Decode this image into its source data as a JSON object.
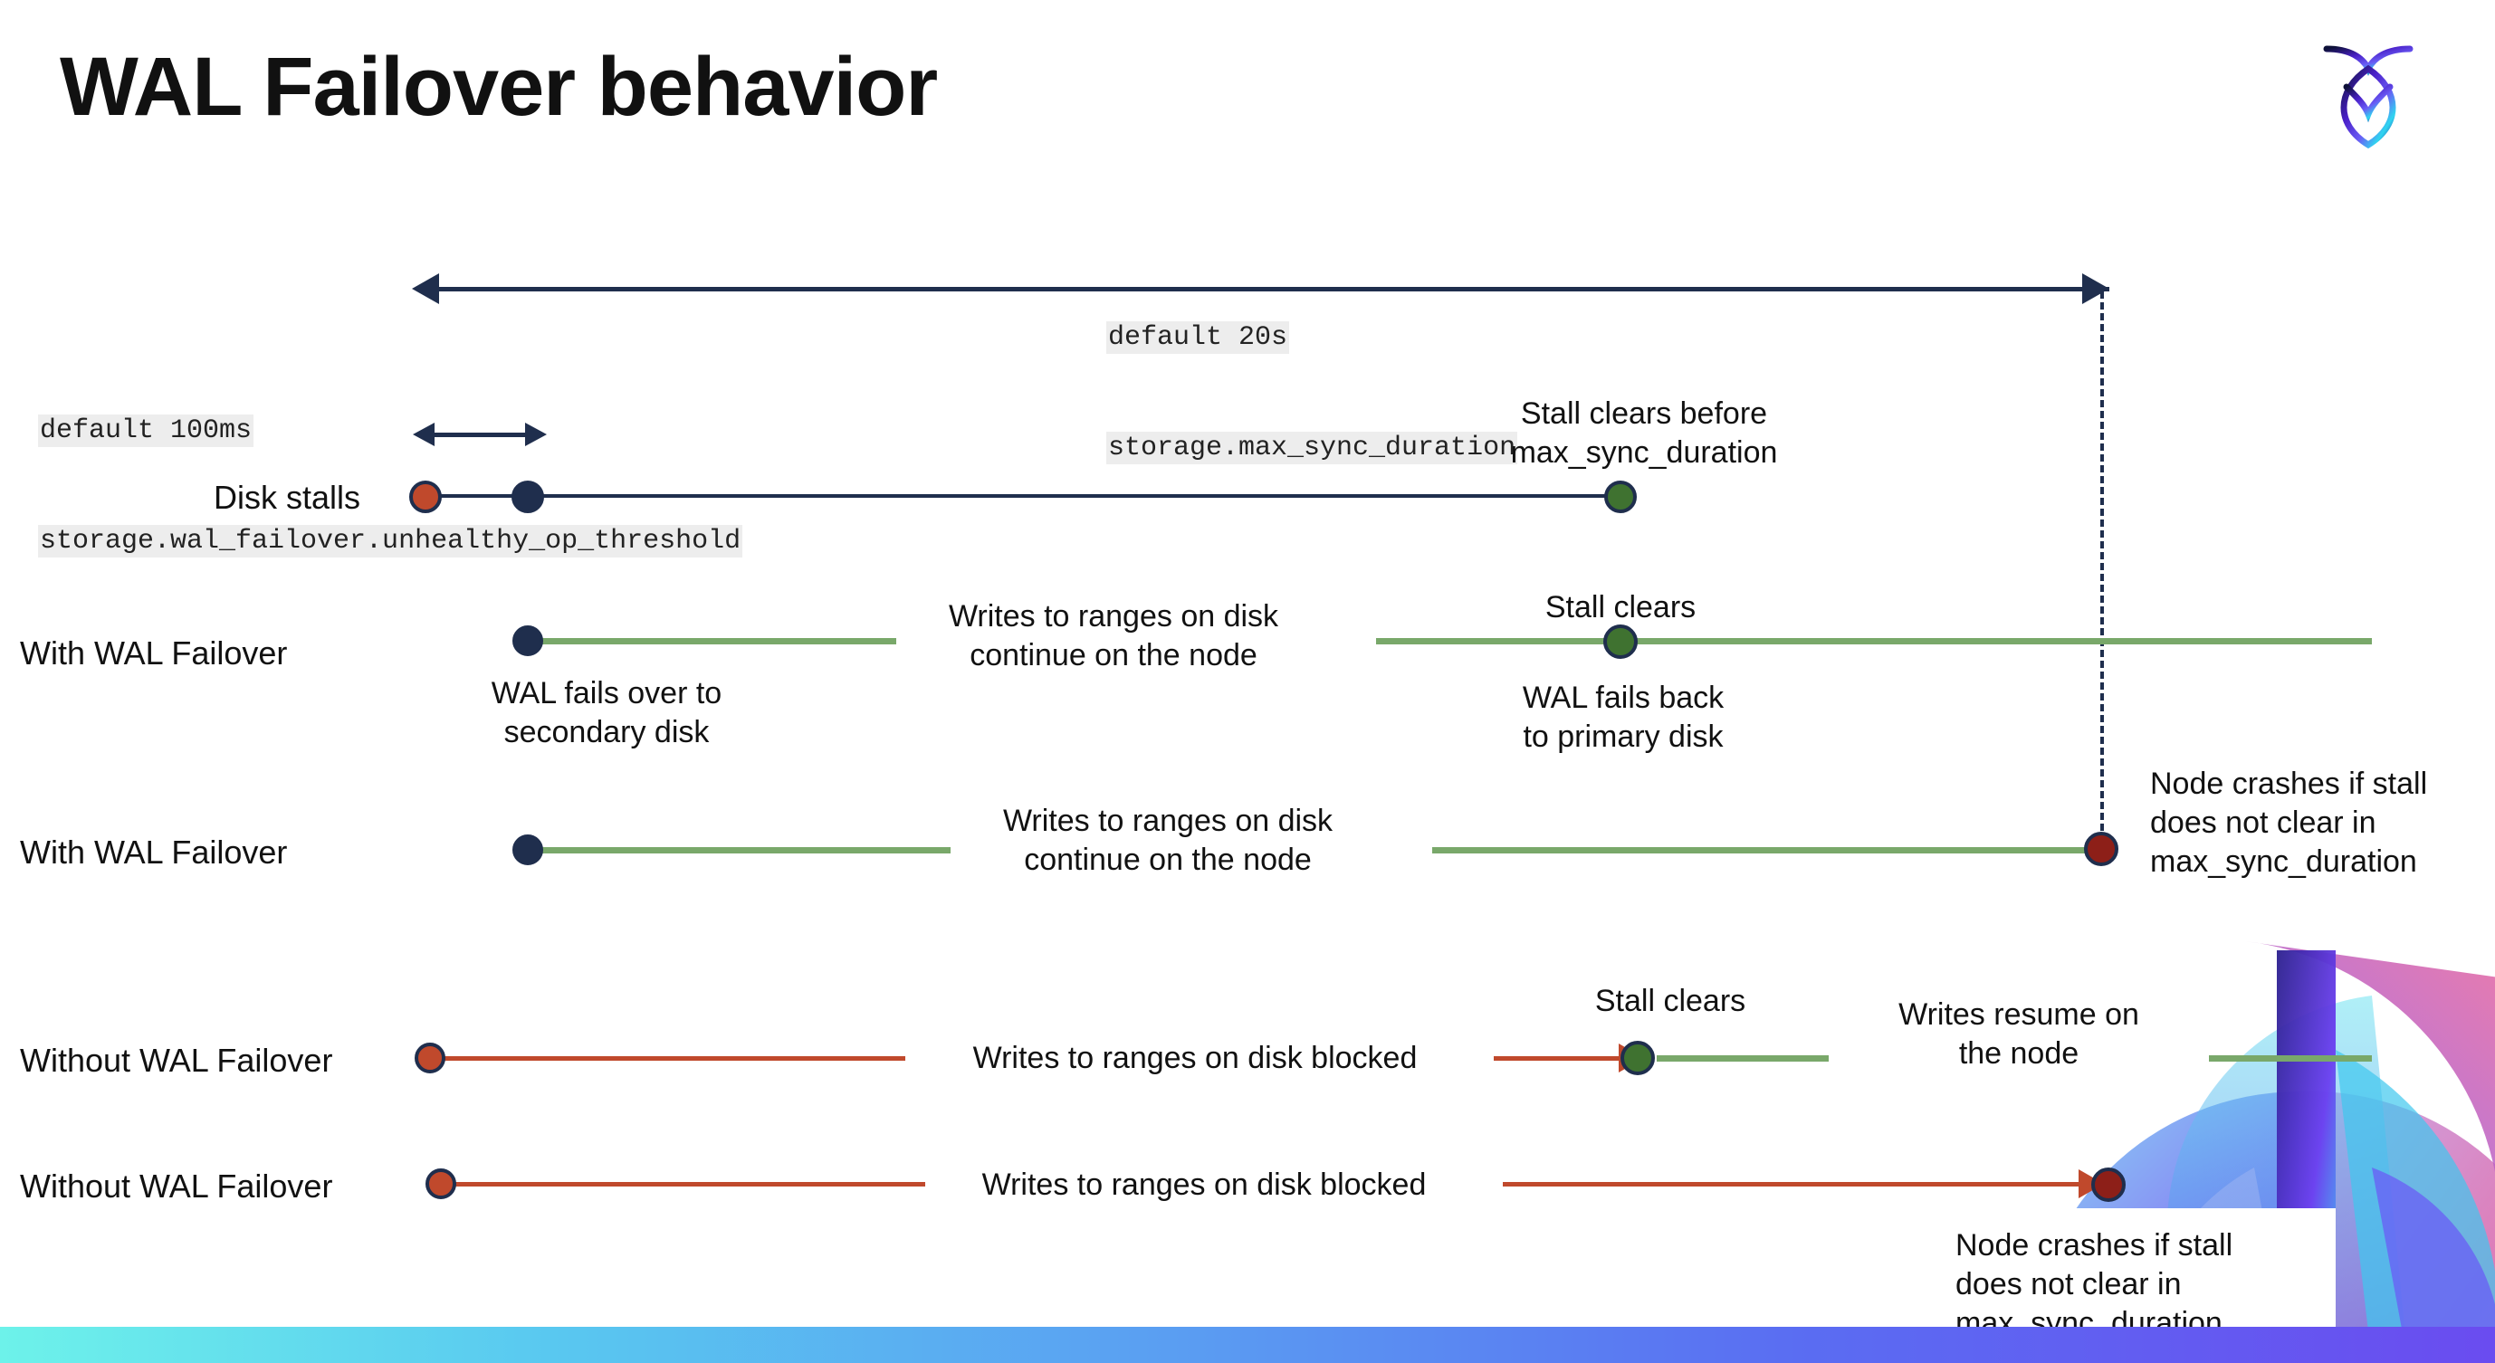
{
  "slide": {
    "title": "WAL Failover behavior",
    "logo_icon": "cockroachdb-logo-icon",
    "decor_icon": "abstract-fan-graphic"
  },
  "colors": {
    "navy": "#1f2e4d",
    "orange": "#c0492c",
    "green_line": "#79a86a",
    "green_dot": "#3f7230",
    "dark_red": "#8d1f18",
    "code_bg": "#ededed",
    "bar_gradient_start": "#6df2ea",
    "bar_gradient_end": "#6a4cf0"
  },
  "annotations": {
    "max_sync": {
      "default": "default 20s",
      "setting": "storage.max_sync_duration"
    },
    "unhealthy": {
      "default": "default 100ms",
      "setting": "storage.wal_failover.unhealthy_op_threshold"
    }
  },
  "rows": [
    {
      "id": "disk-stalls",
      "label": "Disk stalls",
      "note_right": "Stall clears before\nmax_sync_duration"
    },
    {
      "id": "with-wal-failover-1",
      "label": "With WAL Failover",
      "note_start": "WAL fails over to\nsecondary disk",
      "note_mid": "Writes to ranges on disk\ncontinue on the node",
      "note_clear": "Stall clears",
      "note_back": "WAL fails  back\nto primary disk"
    },
    {
      "id": "with-wal-failover-2",
      "label": "With WAL Failover",
      "note_mid": "Writes to ranges on disk\ncontinue on the node",
      "note_crash": "Node crashes if stall\ndoes not clear in\nmax_sync_duration"
    },
    {
      "id": "without-wal-failover-1",
      "label": "Without WAL Failover",
      "note_mid": "Writes to ranges on disk  blocked",
      "note_clear": "Stall clears",
      "note_resume": "Writes resume on\nthe node"
    },
    {
      "id": "without-wal-failover-2",
      "label": "Without WAL Failover",
      "note_mid": "Writes to ranges on disk  blocked",
      "note_crash": "Node crashes if stall\ndoes not clear in\nmax_sync_duration"
    }
  ]
}
